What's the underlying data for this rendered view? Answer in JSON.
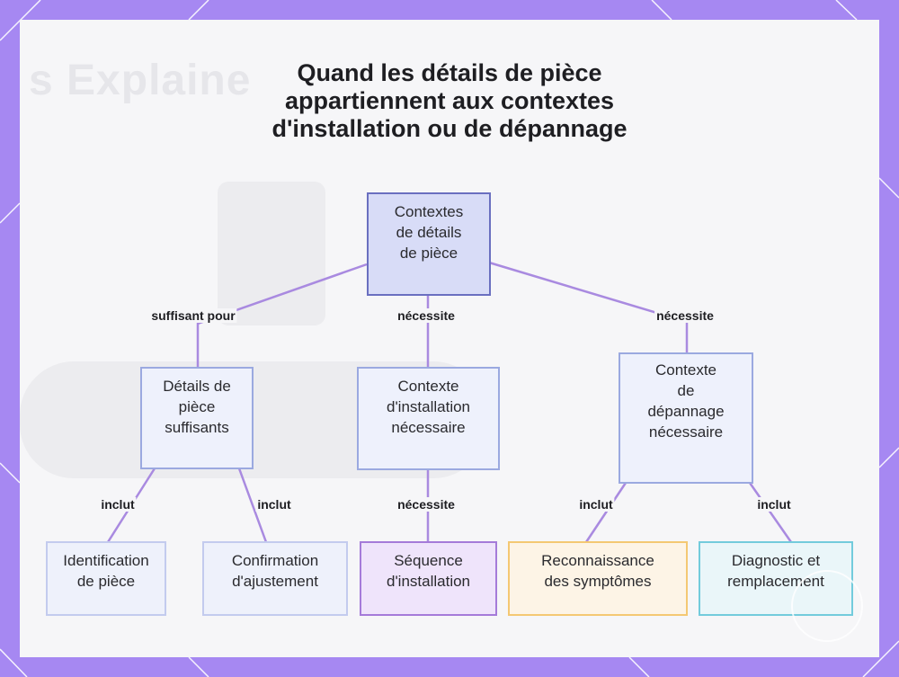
{
  "title": [
    "Quand les détails de pièce",
    "appartiennent aux contextes",
    "d'installation ou de dépannage"
  ],
  "background_text": "s Explaine",
  "nodes": {
    "root": "Contextes\nde détails\nde pièce",
    "suffisants": "Détails de\npièce\nsuffisants",
    "installation": "Contexte\nd'installation\nnécessaire",
    "depannage": "Contexte\nde\ndépannage\nnécessaire",
    "identification": "Identification\nde pièce",
    "confirmation": "Confirmation\nd'ajustement",
    "sequence": "Séquence\nd'installation",
    "reconnaissance": "Reconnaissance\ndes symptômes",
    "diagnostic": "Diagnostic et\nremplacement"
  },
  "edge_labels": {
    "suffisant_pour": "suffisant pour",
    "necessite_mid": "nécessite",
    "necessite_right": "nécessite",
    "inclut_1": "inclut",
    "inclut_2": "inclut",
    "necessite_install": "nécessite",
    "inclut_3": "inclut",
    "inclut_4": "inclut"
  },
  "colors": {
    "frame": "#a688f2",
    "edge": "#a98ae0",
    "root_fill": "#d8dcf7",
    "purple_border": "#a57bd9",
    "orange_border": "#f4c873",
    "cyan_border": "#73cbdc"
  }
}
